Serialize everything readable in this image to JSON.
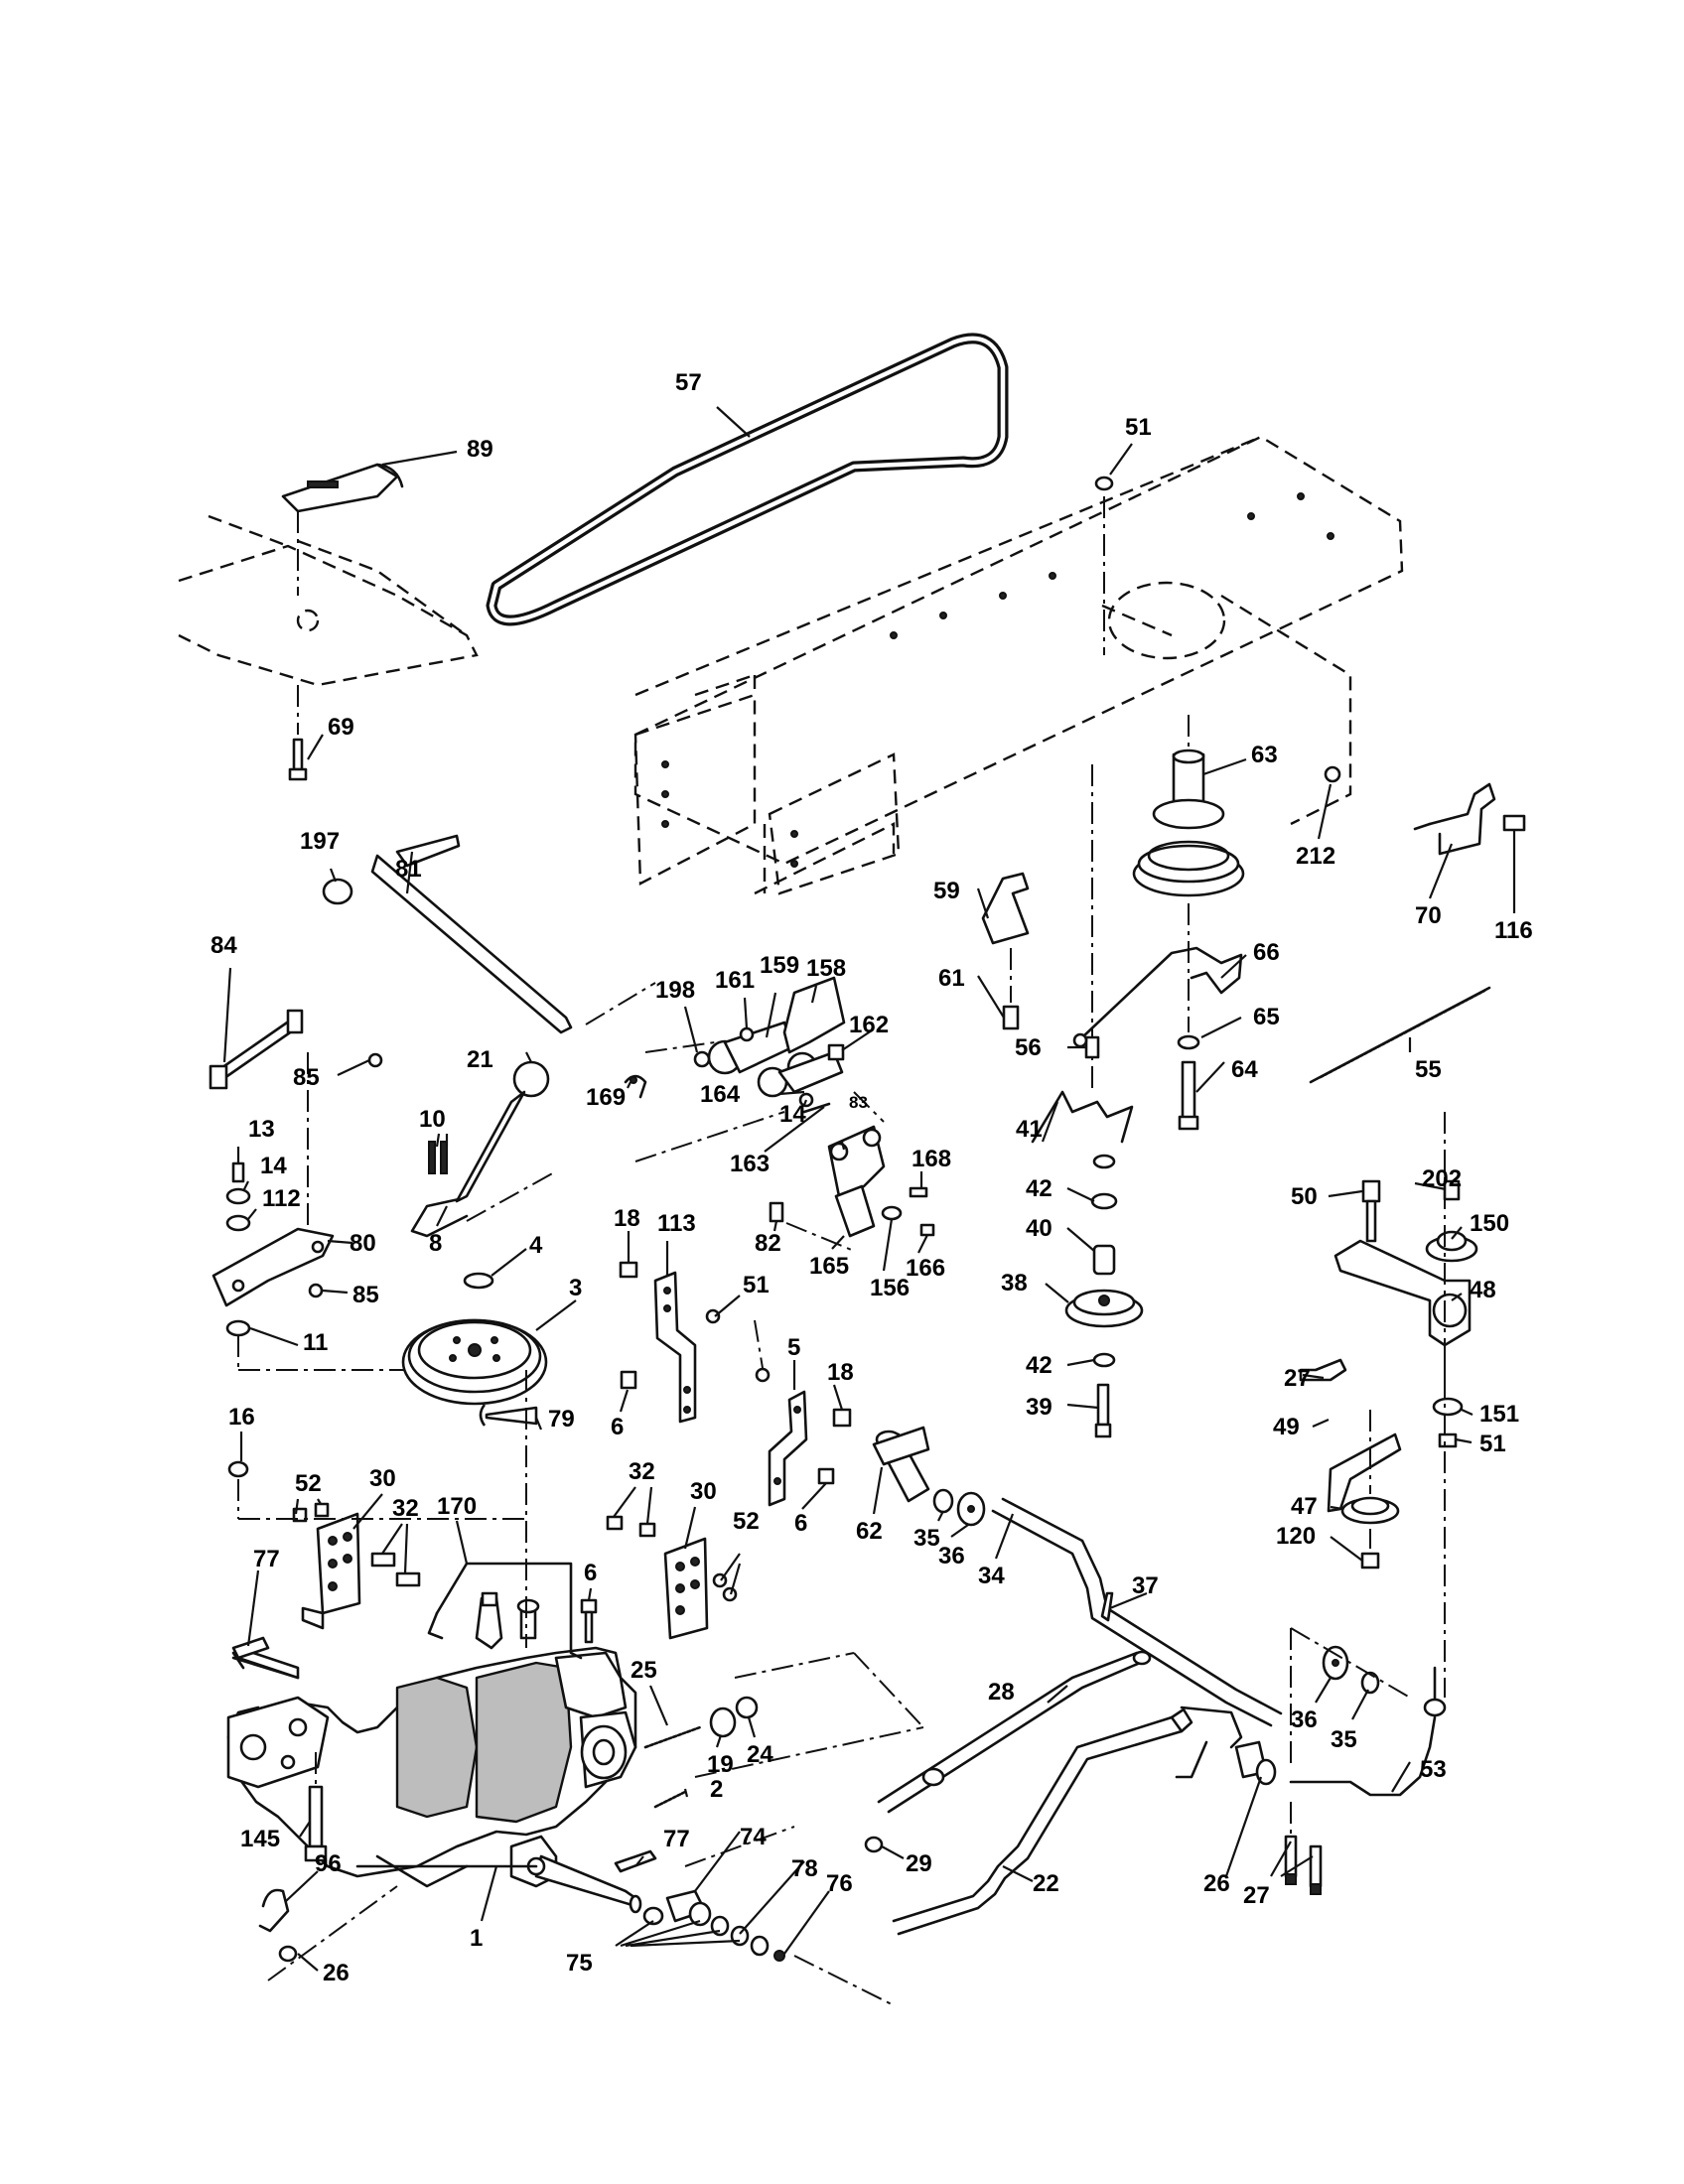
{
  "callouts": [
    {
      "id": "c57",
      "text": "57"
    },
    {
      "id": "c89",
      "text": "89"
    },
    {
      "id": "c51a",
      "text": "51"
    },
    {
      "id": "c69",
      "text": "69"
    },
    {
      "id": "c197",
      "text": "197"
    },
    {
      "id": "c81",
      "text": "81"
    },
    {
      "id": "c84",
      "text": "84"
    },
    {
      "id": "c85a",
      "text": "85"
    },
    {
      "id": "c21",
      "text": "21"
    },
    {
      "id": "c10",
      "text": "10"
    },
    {
      "id": "c8",
      "text": "8"
    },
    {
      "id": "c13",
      "text": "13"
    },
    {
      "id": "c14a",
      "text": "14"
    },
    {
      "id": "c112",
      "text": "112"
    },
    {
      "id": "c80",
      "text": "80"
    },
    {
      "id": "c85b",
      "text": "85"
    },
    {
      "id": "c11",
      "text": "11"
    },
    {
      "id": "c4",
      "text": "4"
    },
    {
      "id": "c3",
      "text": "3"
    },
    {
      "id": "c198",
      "text": "198"
    },
    {
      "id": "c161",
      "text": "161"
    },
    {
      "id": "c159",
      "text": "159"
    },
    {
      "id": "c158",
      "text": "158"
    },
    {
      "id": "c162",
      "text": "162"
    },
    {
      "id": "c169",
      "text": "169"
    },
    {
      "id": "c164",
      "text": "164"
    },
    {
      "id": "c14b",
      "text": "14"
    },
    {
      "id": "c83",
      "text": "83"
    },
    {
      "id": "c163",
      "text": "163"
    },
    {
      "id": "c168",
      "text": "168"
    },
    {
      "id": "c82",
      "text": "82"
    },
    {
      "id": "c165",
      "text": "165"
    },
    {
      "id": "c156",
      "text": "156"
    },
    {
      "id": "c166",
      "text": "166"
    },
    {
      "id": "c18a",
      "text": "18"
    },
    {
      "id": "c113",
      "text": "113"
    },
    {
      "id": "c51b",
      "text": "51"
    },
    {
      "id": "c5",
      "text": "5"
    },
    {
      "id": "c18b",
      "text": "18"
    },
    {
      "id": "c6a",
      "text": "6"
    },
    {
      "id": "c6b",
      "text": "6"
    },
    {
      "id": "c79",
      "text": "79"
    },
    {
      "id": "c63",
      "text": "63"
    },
    {
      "id": "c212",
      "text": "212"
    },
    {
      "id": "c70",
      "text": "70"
    },
    {
      "id": "c116",
      "text": "116"
    },
    {
      "id": "c59",
      "text": "59"
    },
    {
      "id": "c61",
      "text": "61"
    },
    {
      "id": "c66",
      "text": "66"
    },
    {
      "id": "c56",
      "text": "56"
    },
    {
      "id": "c65",
      "text": "65"
    },
    {
      "id": "c64",
      "text": "64"
    },
    {
      "id": "c55",
      "text": "55"
    },
    {
      "id": "c41",
      "text": "41"
    },
    {
      "id": "c42a",
      "text": "42"
    },
    {
      "id": "c40",
      "text": "40"
    },
    {
      "id": "c38",
      "text": "38"
    },
    {
      "id": "c42b",
      "text": "42"
    },
    {
      "id": "c39",
      "text": "39"
    },
    {
      "id": "c50",
      "text": "50"
    },
    {
      "id": "c202",
      "text": "202"
    },
    {
      "id": "c150",
      "text": "150"
    },
    {
      "id": "c48",
      "text": "48"
    },
    {
      "id": "c27a",
      "text": "27"
    },
    {
      "id": "c151",
      "text": "151"
    },
    {
      "id": "c51c",
      "text": "51"
    },
    {
      "id": "c49",
      "text": "49"
    },
    {
      "id": "c47",
      "text": "47"
    },
    {
      "id": "c120",
      "text": "120"
    },
    {
      "id": "c16",
      "text": "16"
    },
    {
      "id": "c52a",
      "text": "52"
    },
    {
      "id": "c30a",
      "text": "30"
    },
    {
      "id": "c32a",
      "text": "32"
    },
    {
      "id": "c170",
      "text": "170"
    },
    {
      "id": "c6c",
      "text": "6"
    },
    {
      "id": "c32b",
      "text": "32"
    },
    {
      "id": "c30b",
      "text": "30"
    },
    {
      "id": "c52b",
      "text": "52"
    },
    {
      "id": "c62",
      "text": "62"
    },
    {
      "id": "c35a",
      "text": "35"
    },
    {
      "id": "c36a",
      "text": "36"
    },
    {
      "id": "c34",
      "text": "34"
    },
    {
      "id": "c37",
      "text": "37"
    },
    {
      "id": "c77a",
      "text": "77"
    },
    {
      "id": "c25",
      "text": "25"
    },
    {
      "id": "c19",
      "text": "19"
    },
    {
      "id": "c24",
      "text": "24"
    },
    {
      "id": "c28",
      "text": "28"
    },
    {
      "id": "c36b",
      "text": "36"
    },
    {
      "id": "c35b",
      "text": "35"
    },
    {
      "id": "c53",
      "text": "53"
    },
    {
      "id": "c2",
      "text": "2"
    },
    {
      "id": "c145",
      "text": "145"
    },
    {
      "id": "c77b",
      "text": "77"
    },
    {
      "id": "c74",
      "text": "74"
    },
    {
      "id": "c29",
      "text": "29"
    },
    {
      "id": "c96",
      "text": "96"
    },
    {
      "id": "c1",
      "text": "1"
    },
    {
      "id": "c78",
      "text": "78"
    },
    {
      "id": "c76",
      "text": "76"
    },
    {
      "id": "c22",
      "text": "22"
    },
    {
      "id": "c26a",
      "text": "26"
    },
    {
      "id": "c27b",
      "text": "27"
    },
    {
      "id": "c26b",
      "text": "26"
    },
    {
      "id": "c75",
      "text": "75"
    }
  ]
}
